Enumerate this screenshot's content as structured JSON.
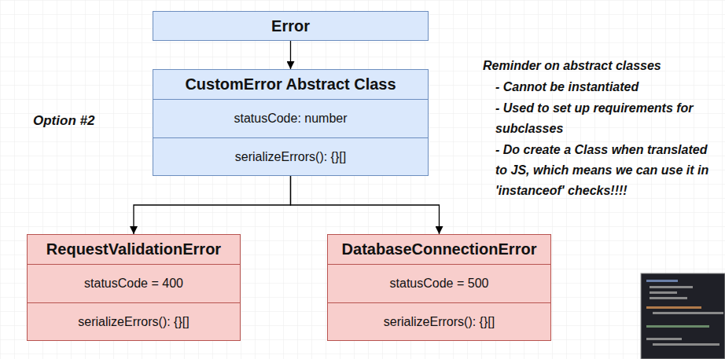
{
  "diagram": {
    "nodes": [
      {
        "text": [
          "Error"
        ]
      },
      {
        "text": [
          "CustomError Abstract Class",
          "statusCode: number",
          "serializeErrors(): {}[]"
        ]
      },
      {
        "text": [
          "RequestValidationError",
          "statusCode = 400",
          "serializeErrors(): {}[]"
        ]
      },
      {
        "text": [
          "DatabaseConnectionError",
          "statusCode = 500",
          "serializeErrors(): {}[]"
        ]
      }
    ],
    "edges": [
      {
        "from": 0,
        "to": 1,
        "arrow": "to"
      },
      {
        "from": 1,
        "to": 2,
        "arrow": "to"
      },
      {
        "from": 1,
        "to": 3,
        "arrow": "to"
      }
    ],
    "labels": [
      "Option #2",
      "Reminder on abstract classes",
      "- Cannot be instantiated",
      "- Used to set up requirements for subclasses",
      "- Do create a Class when translated to JS, which means we can use it in 'instanceof' checks!!!!"
    ]
  }
}
